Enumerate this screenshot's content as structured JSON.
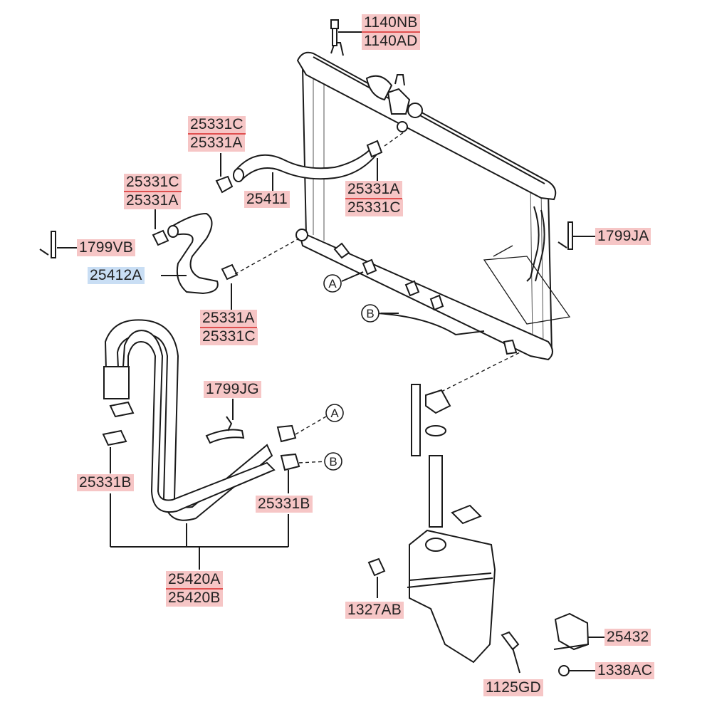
{
  "parts": {
    "p1140NB": "1140NB",
    "p1140AD": "1140AD",
    "p25331C_a": "25331C",
    "p25331A_a": "25331A",
    "p25411": "25411",
    "p25331A_b": "25331A",
    "p25331C_b": "25331C",
    "p25331C_c": "25331C",
    "p25331A_c": "25331A",
    "p1799VB": "1799VB",
    "p25412A": "25412A",
    "p25331A_d": "25331A",
    "p25331C_d": "25331C",
    "p1799JA": "1799JA",
    "p1799JG": "1799JG",
    "p25331B_left": "25331B",
    "p25331B_right": "25331B",
    "p25420A": "25420A",
    "p25420B": "25420B",
    "p1327AB": "1327AB",
    "p25432": "25432",
    "p1125GD": "1125GD",
    "p1338AC": "1338AC"
  },
  "callouts": {
    "a_upper": "A",
    "b_upper": "B",
    "a_lower": "A",
    "b_lower": "B"
  },
  "colors": {
    "label_bg": "#f6c6c6",
    "label_highlight_bg": "#c9def4",
    "line": "#1a1a1a"
  }
}
